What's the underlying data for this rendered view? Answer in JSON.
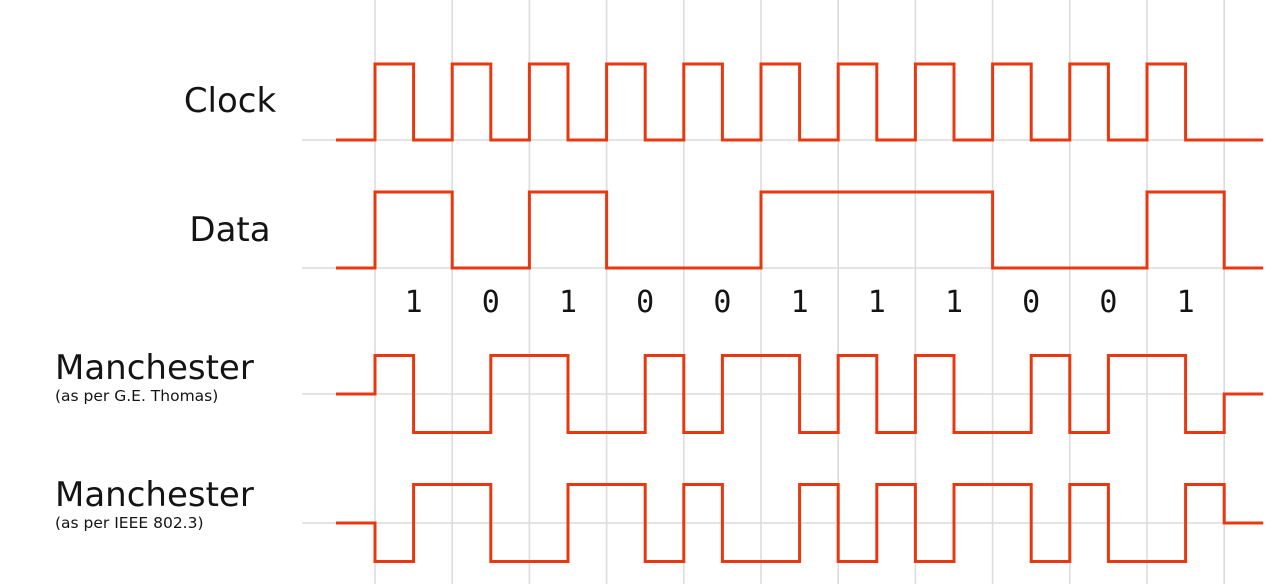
{
  "diagram": {
    "kind": "digital-timing-diagram",
    "accent_color": "#e8380f",
    "grid_color": "#dcdcdc",
    "text_color": "#141414",
    "bits": [
      "1",
      "0",
      "1",
      "0",
      "0",
      "1",
      "1",
      "1",
      "0",
      "0",
      "1"
    ],
    "rows": [
      {
        "id": "clock",
        "label": "Clock",
        "sublabel": "",
        "encoding": "clock"
      },
      {
        "id": "data",
        "label": "Data",
        "sublabel": "",
        "encoding": "nrz-data"
      },
      {
        "id": "manchester-thomas",
        "label": "Manchester",
        "sublabel": "(as per G.E. Thomas)",
        "encoding": "manchester-ge-thomas"
      },
      {
        "id": "manchester-ieee",
        "label": "Manchester",
        "sublabel": "(as per IEEE 802.3)",
        "encoding": "manchester-ieee-802.3"
      }
    ]
  }
}
